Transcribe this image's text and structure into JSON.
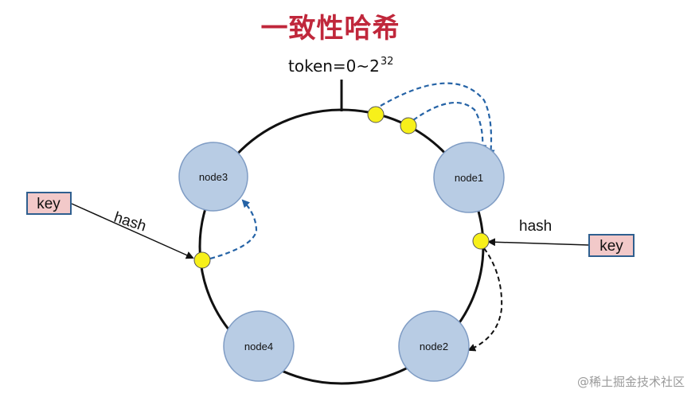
{
  "title": "一致性哈希",
  "token": {
    "label": "token=0~2",
    "exponent": "32"
  },
  "nodes": [
    {
      "id": "node1",
      "label": "node1"
    },
    {
      "id": "node2",
      "label": "node2"
    },
    {
      "id": "node3",
      "label": "node3"
    },
    {
      "id": "node4",
      "label": "node4"
    }
  ],
  "left_key": {
    "key": "key",
    "hash": "hash"
  },
  "right_key": {
    "key": "key",
    "hash": "hash"
  },
  "watermark": "@稀土掘金技术社区",
  "colors": {
    "title": "#c0273b",
    "node_fill": "#b8cce4",
    "node_stroke": "#7f9cc4",
    "point_fill": "#f7f01a",
    "key_fill": "#f2c9c9",
    "key_stroke": "#2f5f8f",
    "dashed_blue": "#2563a6"
  }
}
